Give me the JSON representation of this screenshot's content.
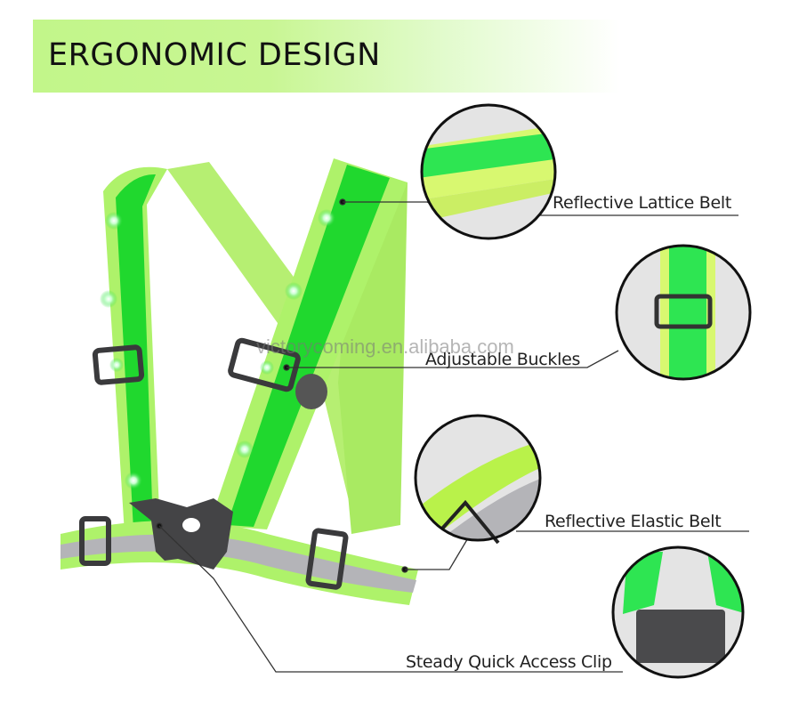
{
  "banner": {
    "title": "ERGONOMIC DESIGN",
    "color_start": "#c2f68a",
    "color_end": "#ffffff"
  },
  "watermark": "victorycoming.en.alibaba.com",
  "callouts": [
    {
      "id": "lattice",
      "label": "Reflective Lattice Belt",
      "icon": "lattice-belt-closeup"
    },
    {
      "id": "buckles",
      "label": "Adjustable Buckles",
      "icon": "buckle-closeup"
    },
    {
      "id": "elastic",
      "label": "Reflective Elastic Belt",
      "icon": "elastic-belt-closeup"
    },
    {
      "id": "clip",
      "label": "Steady Quick Access Clip",
      "icon": "clip-closeup"
    }
  ],
  "colors": {
    "strap_light": "#a8f25a",
    "strap_led": "#22dd33",
    "reflective_gray": "#b4b4b8",
    "buckle_dark": "#3a3a3c"
  }
}
